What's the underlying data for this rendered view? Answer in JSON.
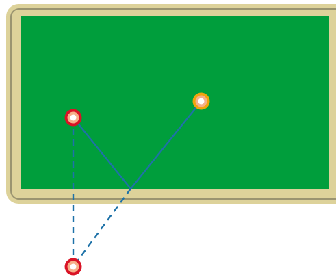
{
  "colors": {
    "page_background": "#ffffff",
    "table_rail": "#ddd29a",
    "rail_outline": "#9a9470",
    "felt": "#009e3c",
    "path_line": "#1e72a8",
    "red_ball_ring": "#d91326",
    "yellow_ball_ring": "#f0a40e",
    "ball_inner": "#f6b08a",
    "ball_center": "#ffffff"
  },
  "balls": [
    {
      "name": "red-ball",
      "color": "red"
    },
    {
      "name": "yellow-ball",
      "color": "yellow"
    },
    {
      "name": "red-ball-mirror-image",
      "color": "red"
    }
  ],
  "lines": [
    {
      "name": "path-red-to-cushion",
      "style": "solid"
    },
    {
      "name": "path-cushion-to-yellow",
      "style": "solid"
    },
    {
      "name": "path-red-to-mirror-image",
      "style": "dashed"
    },
    {
      "name": "path-cushion-to-mirror-image",
      "style": "dashed"
    }
  ]
}
